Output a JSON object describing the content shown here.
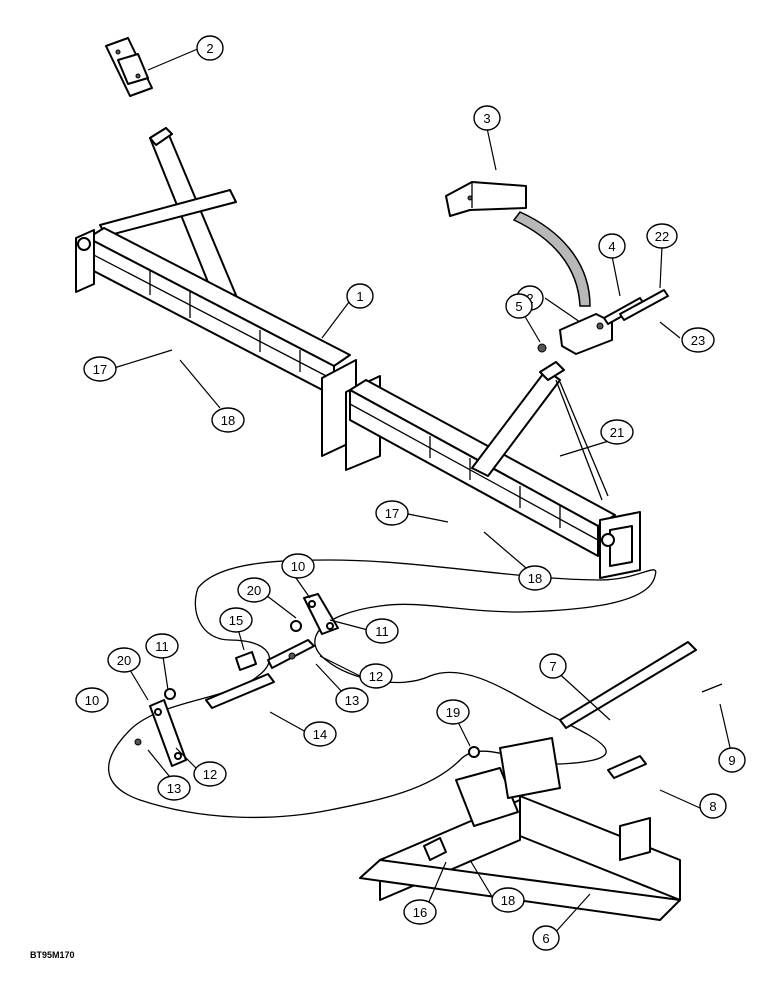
{
  "drawing_code": "BT95M170",
  "callouts": [
    {
      "label": "1"
    },
    {
      "label": "2"
    },
    {
      "label": "2"
    },
    {
      "label": "3"
    },
    {
      "label": "4"
    },
    {
      "label": "5"
    },
    {
      "label": "6"
    },
    {
      "label": "7"
    },
    {
      "label": "8"
    },
    {
      "label": "9"
    },
    {
      "label": "10"
    },
    {
      "label": "10"
    },
    {
      "label": "11"
    },
    {
      "label": "11"
    },
    {
      "label": "12"
    },
    {
      "label": "12"
    },
    {
      "label": "13"
    },
    {
      "label": "13"
    },
    {
      "label": "14"
    },
    {
      "label": "15"
    },
    {
      "label": "16"
    },
    {
      "label": "17"
    },
    {
      "label": "17"
    },
    {
      "label": "18"
    },
    {
      "label": "18"
    },
    {
      "label": "18"
    },
    {
      "label": "19"
    },
    {
      "label": "20"
    },
    {
      "label": "20"
    },
    {
      "label": "21"
    },
    {
      "label": "22"
    },
    {
      "label": "23"
    }
  ]
}
